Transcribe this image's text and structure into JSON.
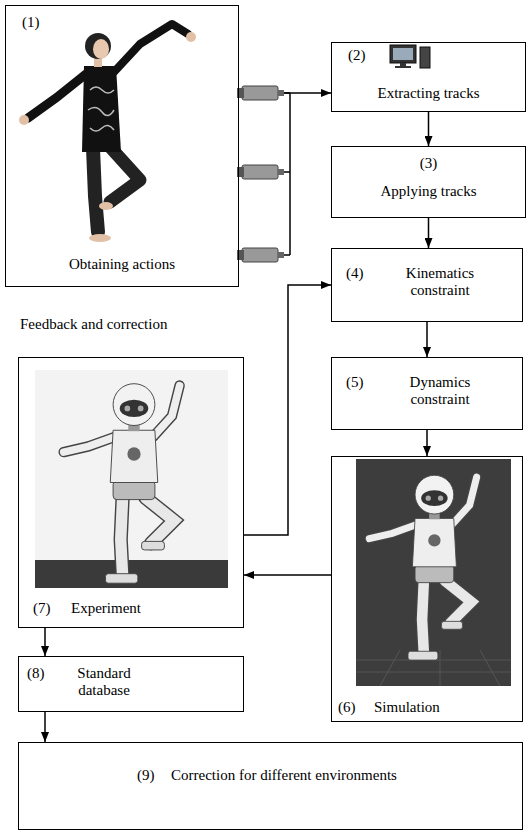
{
  "diagram": {
    "nodes": [
      {
        "text": [
          "(1)",
          "Obtaining actions"
        ]
      },
      {
        "text": [
          "(2)",
          "Extracting tracks"
        ]
      },
      {
        "text": [
          "(3)",
          "Applying tracks"
        ]
      },
      {
        "text": [
          "(4)",
          "Kinematics constraint"
        ]
      },
      {
        "text": [
          "(5)",
          "Dynamics constraint"
        ]
      },
      {
        "text": [
          "(6)",
          "Simulation"
        ]
      },
      {
        "text": [
          "(7)",
          "Experiment"
        ]
      },
      {
        "text": [
          "(8)",
          "Standard database"
        ]
      },
      {
        "text": [
          "(9)",
          "Correction for different environments"
        ]
      }
    ],
    "edges": [
      {
        "from": 0,
        "to": 1,
        "arrow": "to"
      },
      {
        "from": 1,
        "to": 2,
        "arrow": "to"
      },
      {
        "from": 2,
        "to": 3,
        "arrow": "to"
      },
      {
        "from": 3,
        "to": 4,
        "arrow": "to"
      },
      {
        "from": 4,
        "to": 5,
        "arrow": "to"
      },
      {
        "from": 5,
        "to": 6,
        "arrow": "to"
      },
      {
        "from": 6,
        "to": 3,
        "arrow": "to"
      },
      {
        "from": 6,
        "to": 7,
        "arrow": "to"
      },
      {
        "from": 7,
        "to": 8,
        "arrow": "to"
      }
    ],
    "labels": [
      "Feedback and correction"
    ]
  }
}
